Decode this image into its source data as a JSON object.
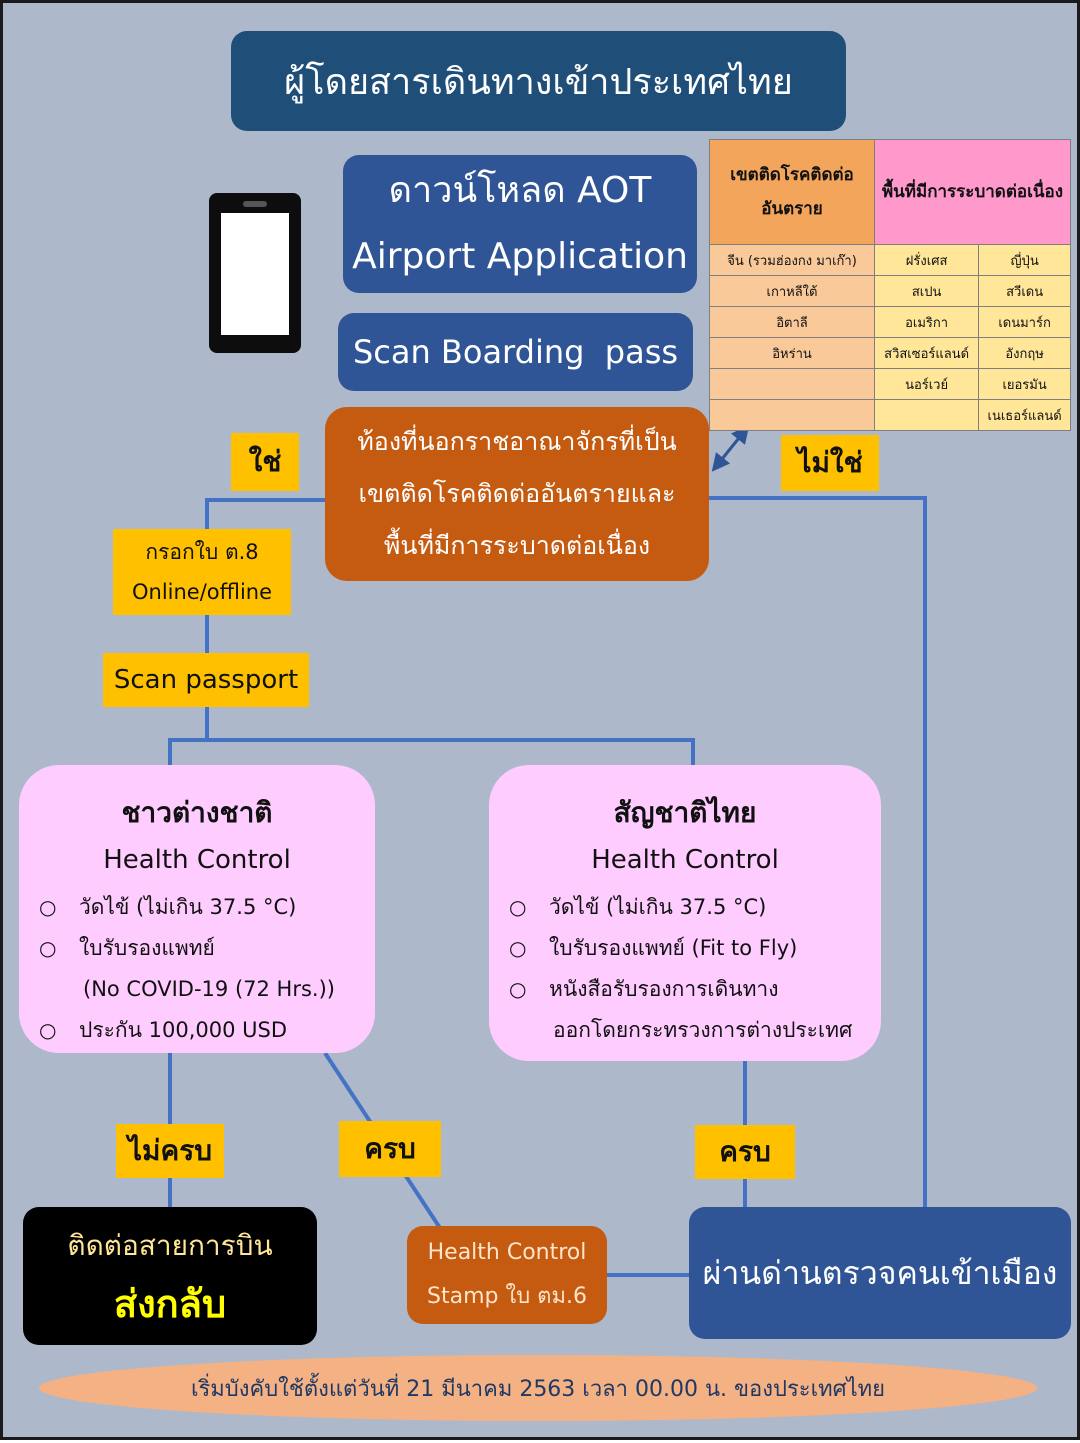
{
  "title": "ผู้โดยสารเดินทางเข้าประเทศไทย",
  "download": {
    "line1": "ดาวน์โหลด AOT",
    "line2": "Airport Application"
  },
  "scan_boarding": "Scan Boarding  pass",
  "question": {
    "line1": "ท้องที่นอกราชอาณาจักรที่เป็น",
    "line2": "เขตติดโรคติดต่ออันตรายและ",
    "line3": "พื้นที่มีการระบาดต่อเนื่อง"
  },
  "yes_label": "ใช่",
  "no_label": "ไม่ใช่",
  "form": {
    "line1": "กรอกใบ ต.8",
    "line2": "Online/offline"
  },
  "scan_passport": "Scan passport",
  "foreigner": {
    "title": "ชาวต่างชาติ",
    "subtitle": "Health Control",
    "items": [
      "วัดไข้ (ไม่เกิน 37.5 °C)",
      "ใบรับรองแพทย์",
      "(No COVID-19 (72 Hrs.))",
      "ประกัน 100,000 USD"
    ]
  },
  "thai": {
    "title": "สัญชาติไทย",
    "subtitle": "Health Control",
    "items": [
      "วัดไข้ (ไม่เกิน 37.5 °C)",
      "ใบรับรองแพทย์ (Fit to Fly)",
      "หนังสือรับรองการเดินทาง",
      "ออกโดยกระทรวงการต่างประเทศ"
    ]
  },
  "incomplete_label": "ไม่ครบ",
  "complete_label": "ครบ",
  "complete_label_2": "ครบ",
  "contact": {
    "line1": "ติดต่อสายการบิน",
    "line2": "ส่งกลับ"
  },
  "stamp": {
    "line1": "Health Control",
    "line2": "Stamp ใบ ตม.6"
  },
  "immigration": "ผ่านด่านตรวจคนเข้าเมือง",
  "footer": "เริ่มบังคับใช้ตั้งแต่วันที่ 21 มีนาคม 2563 เวลา 00.00 น. ของประเทศไทย",
  "zones_table": {
    "header_dangerous": "เขตติดโรคติดต่ออันตราย",
    "header_outbreak": "พื้นที่มีการระบาดต่อเนื่อง",
    "rows": [
      [
        "จีน (รวมฮ่องกง มาเก๊า)",
        "ฝรั่งเศส",
        "ญี่ปุ่น"
      ],
      [
        "เกาหลีใต้",
        "สเปน",
        "สวีเดน"
      ],
      [
        "อิตาลี",
        "อเมริกา",
        "เดนมาร์ก"
      ],
      [
        "อิหร่าน",
        "สวิสเซอร์แลนด์",
        "อังกฤษ"
      ],
      [
        "",
        "นอร์เวย์",
        "เยอรมัน"
      ],
      [
        "",
        "",
        "เนเธอร์แลนด์"
      ]
    ]
  },
  "icons": {
    "phone": "mobile-phone-icon",
    "bullet": "circle-bullet-icon",
    "arrow": "double-arrow-icon"
  },
  "colors": {
    "background": "#adb8cb",
    "navy": "#1f4e79",
    "blue": "#2f5597",
    "orange": "#c55a11",
    "yellow": "#ffc000",
    "pink": "#ffccff",
    "footer": "#f4b183",
    "line": "#4472c4"
  }
}
